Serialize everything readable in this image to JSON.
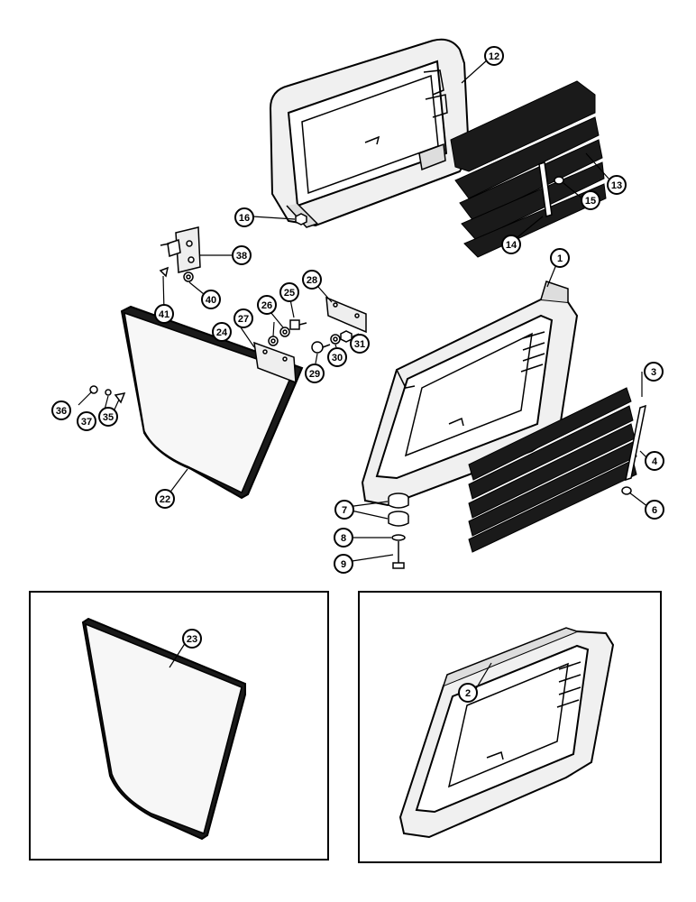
{
  "callouts": {
    "c1": "1",
    "c2": "2",
    "c3": "3",
    "c4": "4",
    "c6": "6",
    "c7": "7",
    "c8": "8",
    "c9": "9",
    "c12": "12",
    "c13": "13",
    "c14": "14",
    "c15": "15",
    "c16": "16",
    "c22": "22",
    "c23": "23",
    "c24": "24",
    "c25": "25",
    "c26": "26",
    "c27": "27",
    "c28": "28",
    "c29": "29",
    "c30": "30",
    "c31": "31",
    "c35": "35",
    "c36": "36",
    "c37": "37",
    "c38": "38",
    "c40": "40",
    "c41": "41"
  },
  "colors": {
    "ink": "#000000",
    "paper": "#ffffff",
    "shade": "#e6e6e6",
    "dark": "#1a1a1a"
  }
}
